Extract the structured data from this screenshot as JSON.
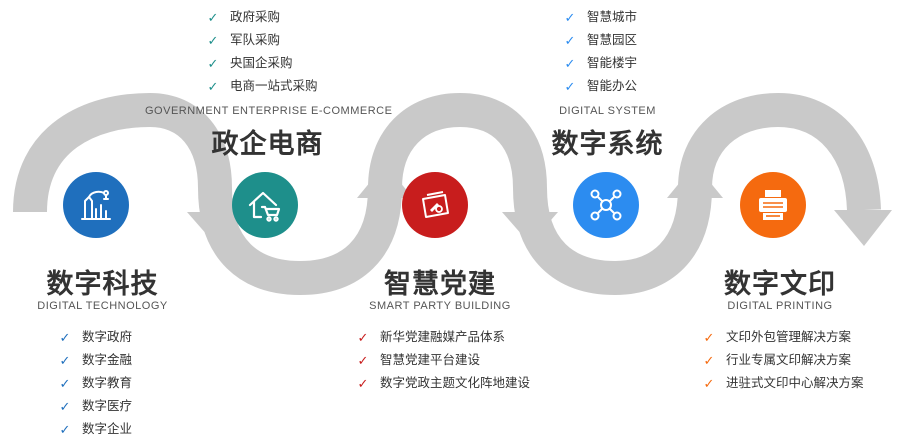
{
  "colors": {
    "wave": "#c9c9c9",
    "tech": "#1f6fbd",
    "ecom": "#1e8f8b",
    "party": "#c81d1d",
    "system": "#2c8cf0",
    "print": "#f56a0f"
  },
  "sections": {
    "tech": {
      "title": "数字科技",
      "subtitle": "DIGITAL TECHNOLOGY",
      "icon": "factory-chart-icon",
      "items": [
        "数字政府",
        "数字金融",
        "数字教育",
        "数字医疗",
        "数字企业"
      ]
    },
    "ecom": {
      "title": "政企电商",
      "subtitle": "GOVERNMENT ENTERPRISE E-COMMERCE",
      "icon": "home-cart-icon",
      "items": [
        "政府采购",
        "军队采购",
        "央国企采购",
        "电商一站式采购"
      ]
    },
    "party": {
      "title": "智慧党建",
      "subtitle": "SMART PARTY BUILDING",
      "icon": "party-flag-icon",
      "items": [
        "新华党建融媒产品体系",
        "智慧党建平台建设",
        "数字党政主题文化阵地建设"
      ]
    },
    "system": {
      "title": "数字系统",
      "subtitle": "DIGITAL SYSTEM",
      "icon": "network-nodes-icon",
      "items": [
        "智慧城市",
        "智慧园区",
        "智能楼宇",
        "智能办公"
      ]
    },
    "print": {
      "title": "数字文印",
      "subtitle": "DIGITAL PRINTING",
      "icon": "printer-icon",
      "items": [
        "文印外包管理解决方案",
        "行业专属文印解决方案",
        "进驻式文印中心解决方案"
      ]
    }
  }
}
